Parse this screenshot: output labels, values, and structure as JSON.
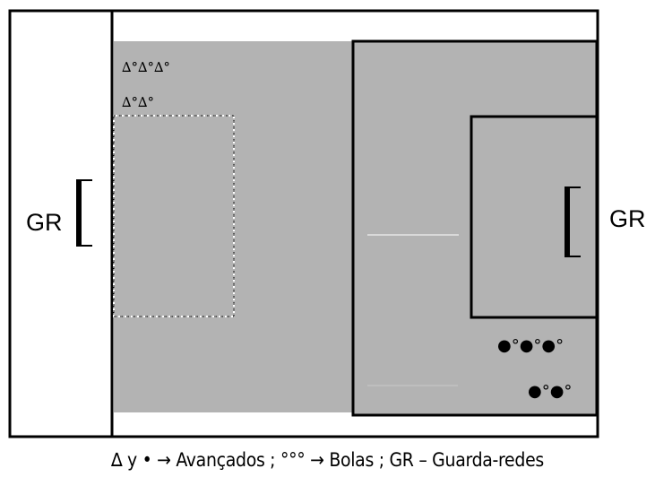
{
  "diagram": {
    "field_color": "#b3b3b3",
    "line_color": "#000000",
    "left_goalkeeper_label": "GR",
    "right_goalkeeper_label": "GR",
    "attacker_rows": [
      "∆°∆°∆°",
      "∆°∆°"
    ],
    "ball_rows": [
      "●°●°●°",
      "●°●°"
    ],
    "legend": "∆  y • → Avançados  ;  °°° → Bolas  ;  GR – Guarda-redes"
  }
}
